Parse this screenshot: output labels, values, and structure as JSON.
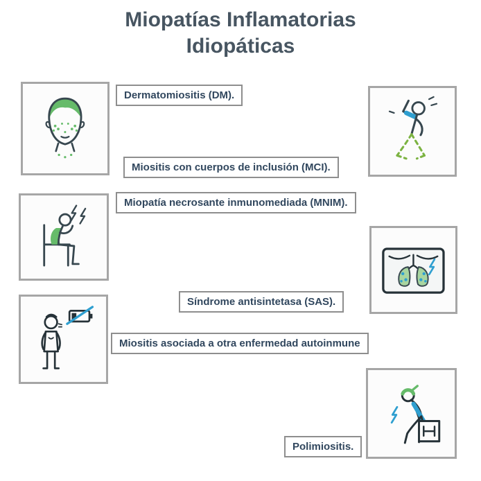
{
  "title": "Miopatías Inflamatorias Idiopáticas",
  "items": [
    {
      "label": "Dermatomiositis (DM).",
      "icon": "face-rash-icon"
    },
    {
      "label": "Miositis con cuerpos de inclusión (MCI).",
      "icon": "person-stretching-icon"
    },
    {
      "label": "Miopatía necrosante inmunomediada (MNIM).",
      "icon": "seated-shoulder-pain-icon"
    },
    {
      "label": "Síndrome antisintetasa (SAS).",
      "icon": "lungs-xray-icon"
    },
    {
      "label": "Miositis asociada a otra enfermedad autoinmune",
      "icon": "fatigue-low-battery-icon"
    },
    {
      "label": "Polimiositis.",
      "icon": "lifting-box-icon"
    }
  ],
  "colors": {
    "title_text": "#475561",
    "label_text": "#31475e",
    "box_border": "#a6a6a6",
    "label_border": "#8e8e8e",
    "accent_green": "#66bb6a",
    "accent_blue": "#2f9fd0",
    "outline": "#37474f"
  }
}
